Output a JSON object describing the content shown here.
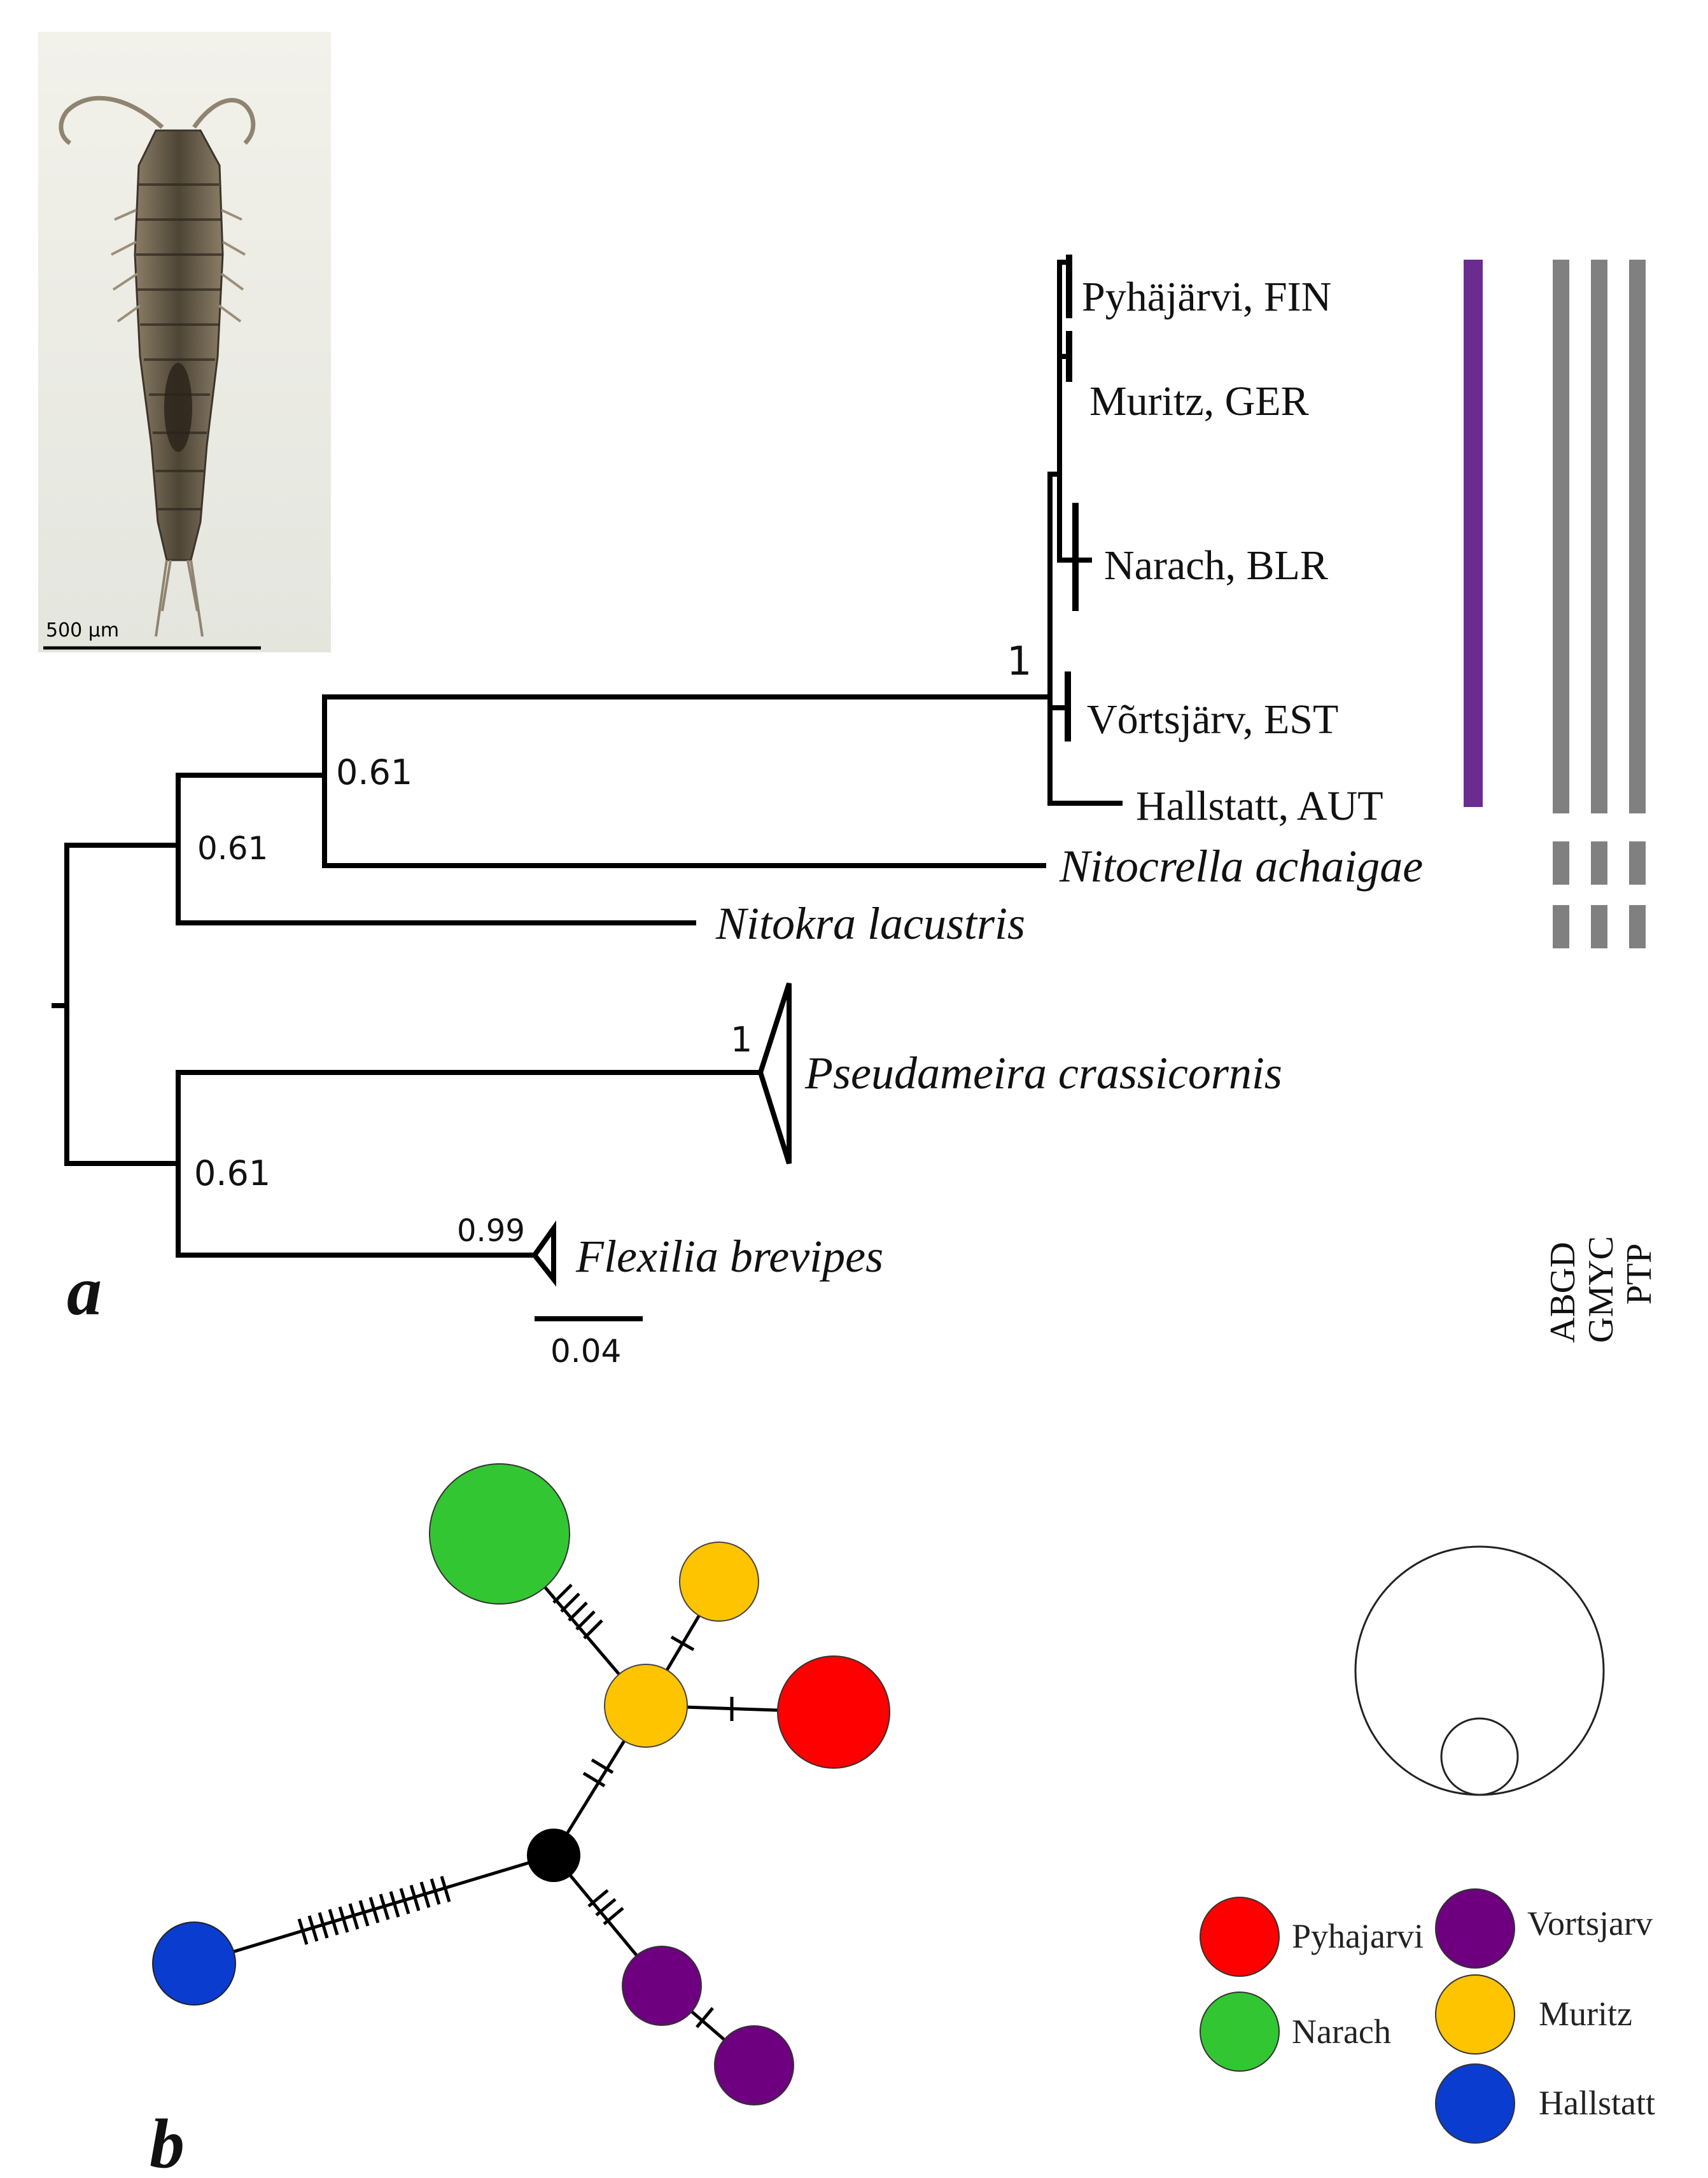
{
  "photo": {
    "scale_label": "500 µm"
  },
  "panel_a": {
    "letter": "a",
    "tips": {
      "pyhajarvi": "Pyhäjärvi, FIN",
      "muritz": "Muritz, GER",
      "narach": "Narach, BLR",
      "vortsjarv": "Võrtsjärv, EST",
      "hallstatt": "Hallstatt, AUT",
      "nitocrella": "Nitocrella achaigae",
      "nitokra": "Nitokra lacustris",
      "pseudameira": "Pseudameira crassicornis",
      "flexilia": "Flexilia brevipes"
    },
    "support": {
      "inner_clade": "1",
      "node_a": "0.61",
      "node_b": "0.61",
      "node_c": "0.61",
      "pseudameira": "1",
      "flexilia": "0.99"
    },
    "scale_bar": "0.04",
    "methods": [
      "ABGD",
      "GMYC",
      "PTP"
    ],
    "colors": {
      "species_bar": "#6a2c91",
      "method_bar": "#808080"
    }
  },
  "panel_b": {
    "letter": "b",
    "colors": {
      "Pyhajarvi": "#ff0000",
      "Narach": "#33c633",
      "Vortsjarv": "#6e0080",
      "Muritz": "#ffc400",
      "Hallstatt": "#0a3ccf",
      "median": "#000000"
    },
    "legend": [
      "Pyhajarvi",
      "Vortsjarv",
      "Narach",
      "Muritz",
      "Hallstatt"
    ]
  }
}
